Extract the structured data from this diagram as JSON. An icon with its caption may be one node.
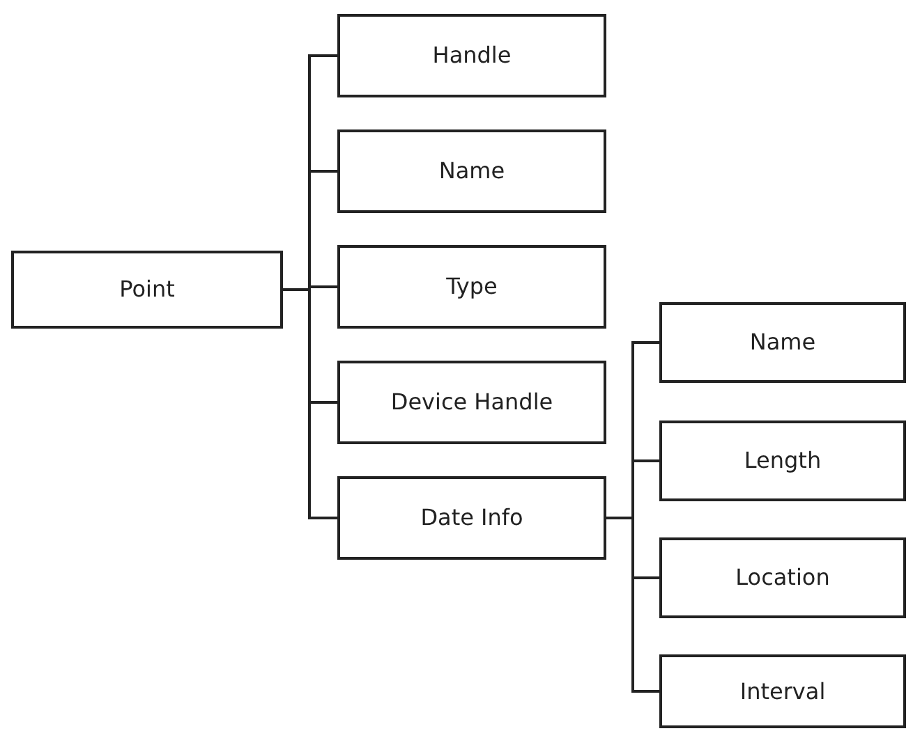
{
  "diagram": {
    "nodes": [
      {
        "text": [
          "Point"
        ]
      },
      {
        "text": [
          "Handle"
        ]
      },
      {
        "text": [
          "Name"
        ]
      },
      {
        "text": [
          "Type"
        ]
      },
      {
        "text": [
          "Device Handle"
        ]
      },
      {
        "text": [
          "Date Info"
        ]
      },
      {
        "text": [
          "Name"
        ]
      },
      {
        "text": [
          "Length"
        ]
      },
      {
        "text": [
          "Location"
        ]
      },
      {
        "text": [
          "Interval"
        ]
      }
    ],
    "edges": [
      {
        "from": 0,
        "to": 1,
        "arrow": "none"
      },
      {
        "from": 0,
        "to": 2,
        "arrow": "none"
      },
      {
        "from": 0,
        "to": 3,
        "arrow": "none"
      },
      {
        "from": 0,
        "to": 4,
        "arrow": "none"
      },
      {
        "from": 0,
        "to": 5,
        "arrow": "none"
      },
      {
        "from": 5,
        "to": 6,
        "arrow": "none"
      },
      {
        "from": 5,
        "to": 7,
        "arrow": "none"
      },
      {
        "from": 5,
        "to": 8,
        "arrow": "none"
      },
      {
        "from": 5,
        "to": 9,
        "arrow": "none"
      }
    ]
  }
}
